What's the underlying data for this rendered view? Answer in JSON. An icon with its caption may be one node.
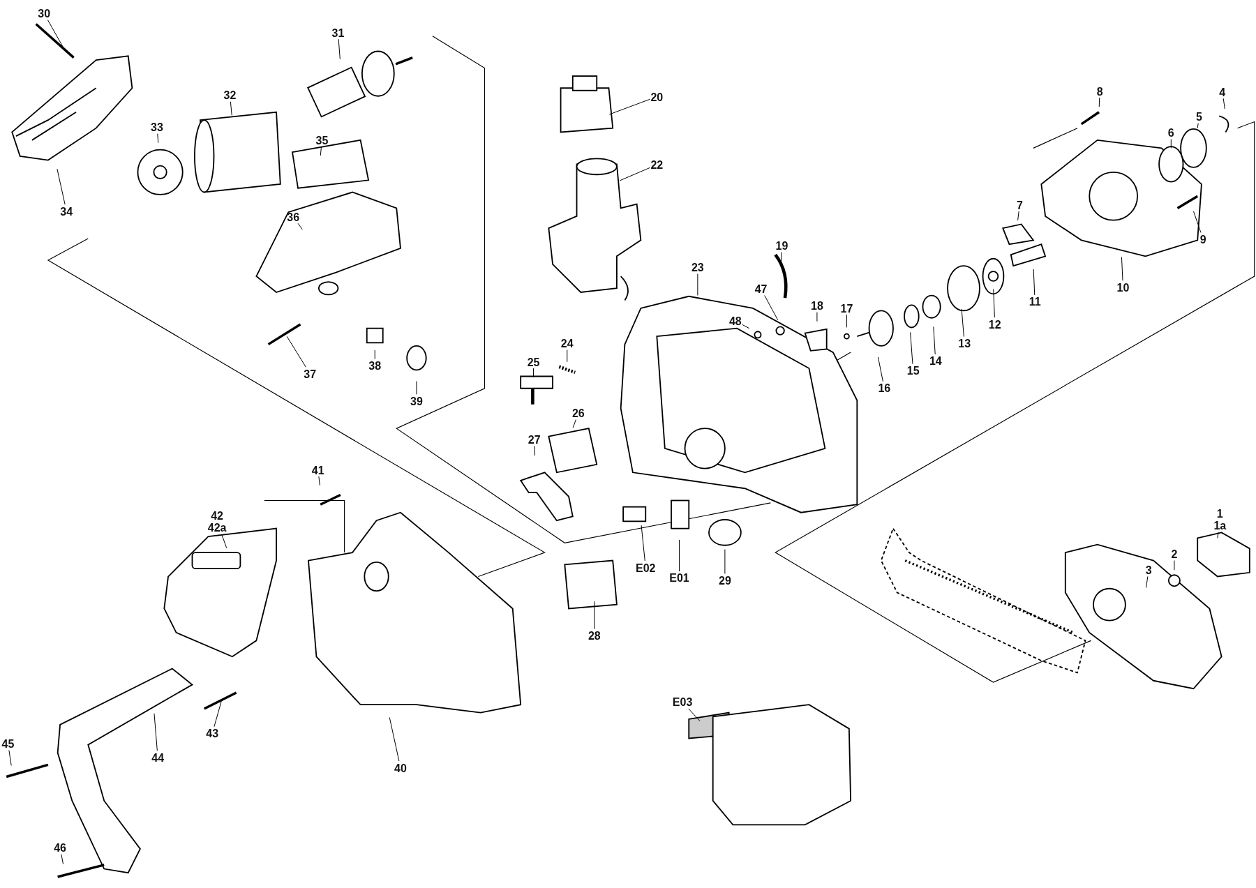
{
  "diagram": {
    "nodes": [
      {
        "text": [
          "30"
        ]
      },
      {
        "text": [
          "31"
        ]
      },
      {
        "text": [
          "32"
        ]
      },
      {
        "text": [
          "33"
        ]
      },
      {
        "text": [
          "34"
        ]
      },
      {
        "text": [
          "35"
        ]
      },
      {
        "text": [
          "36"
        ]
      },
      {
        "text": [
          "37"
        ]
      },
      {
        "text": [
          "38"
        ]
      },
      {
        "text": [
          "39"
        ]
      },
      {
        "text": [
          "20"
        ]
      },
      {
        "text": [
          "22"
        ]
      },
      {
        "text": [
          "23"
        ]
      },
      {
        "text": [
          "19"
        ]
      },
      {
        "text": [
          "18"
        ]
      },
      {
        "text": [
          "17"
        ]
      },
      {
        "text": [
          "48"
        ]
      },
      {
        "text": [
          "47"
        ]
      },
      {
        "text": [
          "16"
        ]
      },
      {
        "text": [
          "15"
        ]
      },
      {
        "text": [
          "14"
        ]
      },
      {
        "text": [
          "13"
        ]
      },
      {
        "text": [
          "12"
        ]
      },
      {
        "text": [
          "11"
        ]
      },
      {
        "text": [
          "10"
        ]
      },
      {
        "text": [
          "9"
        ]
      },
      {
        "text": [
          "8"
        ]
      },
      {
        "text": [
          "7"
        ]
      },
      {
        "text": [
          "6"
        ]
      },
      {
        "text": [
          "5"
        ]
      },
      {
        "text": [
          "4"
        ]
      },
      {
        "text": [
          "3"
        ]
      },
      {
        "text": [
          "2"
        ]
      },
      {
        "text": [
          "1",
          "1a"
        ]
      },
      {
        "text": [
          "25"
        ]
      },
      {
        "text": [
          "24"
        ]
      },
      {
        "text": [
          "26"
        ]
      },
      {
        "text": [
          "27"
        ]
      },
      {
        "text": [
          "28"
        ]
      },
      {
        "text": [
          "E02"
        ]
      },
      {
        "text": [
          "E01"
        ]
      },
      {
        "text": [
          "29"
        ]
      },
      {
        "text": [
          "41"
        ]
      },
      {
        "text": [
          "42",
          "42a"
        ]
      },
      {
        "text": [
          "43"
        ]
      },
      {
        "text": [
          "44"
        ]
      },
      {
        "text": [
          "40"
        ]
      },
      {
        "text": [
          "45"
        ]
      },
      {
        "text": [
          "46"
        ]
      },
      {
        "text": [
          "E03"
        ]
      }
    ],
    "edges": [
      {
        "from": 0,
        "to": null,
        "arrow": "none"
      },
      {
        "from": 1,
        "to": null,
        "arrow": "none"
      },
      {
        "from": 2,
        "to": null,
        "arrow": "none"
      },
      {
        "from": 3,
        "to": null,
        "arrow": "none"
      },
      {
        "from": 4,
        "to": null,
        "arrow": "none"
      },
      {
        "from": 5,
        "to": null,
        "arrow": "none"
      },
      {
        "from": 6,
        "to": null,
        "arrow": "none"
      },
      {
        "from": 7,
        "to": null,
        "arrow": "none"
      },
      {
        "from": 8,
        "to": null,
        "arrow": "none"
      },
      {
        "from": 9,
        "to": null,
        "arrow": "none"
      },
      {
        "from": 10,
        "to": null,
        "arrow": "none"
      },
      {
        "from": 11,
        "to": null,
        "arrow": "none"
      },
      {
        "from": 12,
        "to": null,
        "arrow": "none"
      },
      {
        "from": 13,
        "to": null,
        "arrow": "none"
      },
      {
        "from": 14,
        "to": null,
        "arrow": "none"
      },
      {
        "from": 15,
        "to": null,
        "arrow": "none"
      },
      {
        "from": 16,
        "to": null,
        "arrow": "none"
      },
      {
        "from": 17,
        "to": null,
        "arrow": "none"
      },
      {
        "from": 18,
        "to": null,
        "arrow": "none"
      },
      {
        "from": 19,
        "to": null,
        "arrow": "none"
      },
      {
        "from": 20,
        "to": null,
        "arrow": "none"
      },
      {
        "from": 21,
        "to": null,
        "arrow": "none"
      },
      {
        "from": 22,
        "to": null,
        "arrow": "none"
      },
      {
        "from": 23,
        "to": null,
        "arrow": "none"
      },
      {
        "from": 24,
        "to": null,
        "arrow": "none"
      },
      {
        "from": 25,
        "to": null,
        "arrow": "none"
      },
      {
        "from": 26,
        "to": null,
        "arrow": "none"
      },
      {
        "from": 27,
        "to": null,
        "arrow": "none"
      },
      {
        "from": 28,
        "to": null,
        "arrow": "none"
      },
      {
        "from": 29,
        "to": null,
        "arrow": "none"
      },
      {
        "from": 30,
        "to": null,
        "arrow": "none"
      },
      {
        "from": 31,
        "to": null,
        "arrow": "none"
      },
      {
        "from": 32,
        "to": null,
        "arrow": "none"
      },
      {
        "from": 33,
        "to": null,
        "arrow": "none"
      },
      {
        "from": 34,
        "to": null,
        "arrow": "none"
      },
      {
        "from": 35,
        "to": null,
        "arrow": "none"
      },
      {
        "from": 36,
        "to": null,
        "arrow": "none"
      },
      {
        "from": 37,
        "to": null,
        "arrow": "none"
      },
      {
        "from": 38,
        "to": null,
        "arrow": "none"
      },
      {
        "from": 39,
        "to": null,
        "arrow": "none"
      },
      {
        "from": 40,
        "to": null,
        "arrow": "none"
      },
      {
        "from": 41,
        "to": null,
        "arrow": "none"
      },
      {
        "from": 42,
        "to": null,
        "arrow": "none"
      },
      {
        "from": 43,
        "to": null,
        "arrow": "none"
      },
      {
        "from": 44,
        "to": null,
        "arrow": "none"
      },
      {
        "from": 45,
        "to": null,
        "arrow": "none"
      },
      {
        "from": 46,
        "to": null,
        "arrow": "none"
      },
      {
        "from": 47,
        "to": null,
        "arrow": "none"
      },
      {
        "from": 48,
        "to": null,
        "arrow": "none"
      },
      {
        "from": 49,
        "to": null,
        "arrow": "none"
      }
    ]
  }
}
